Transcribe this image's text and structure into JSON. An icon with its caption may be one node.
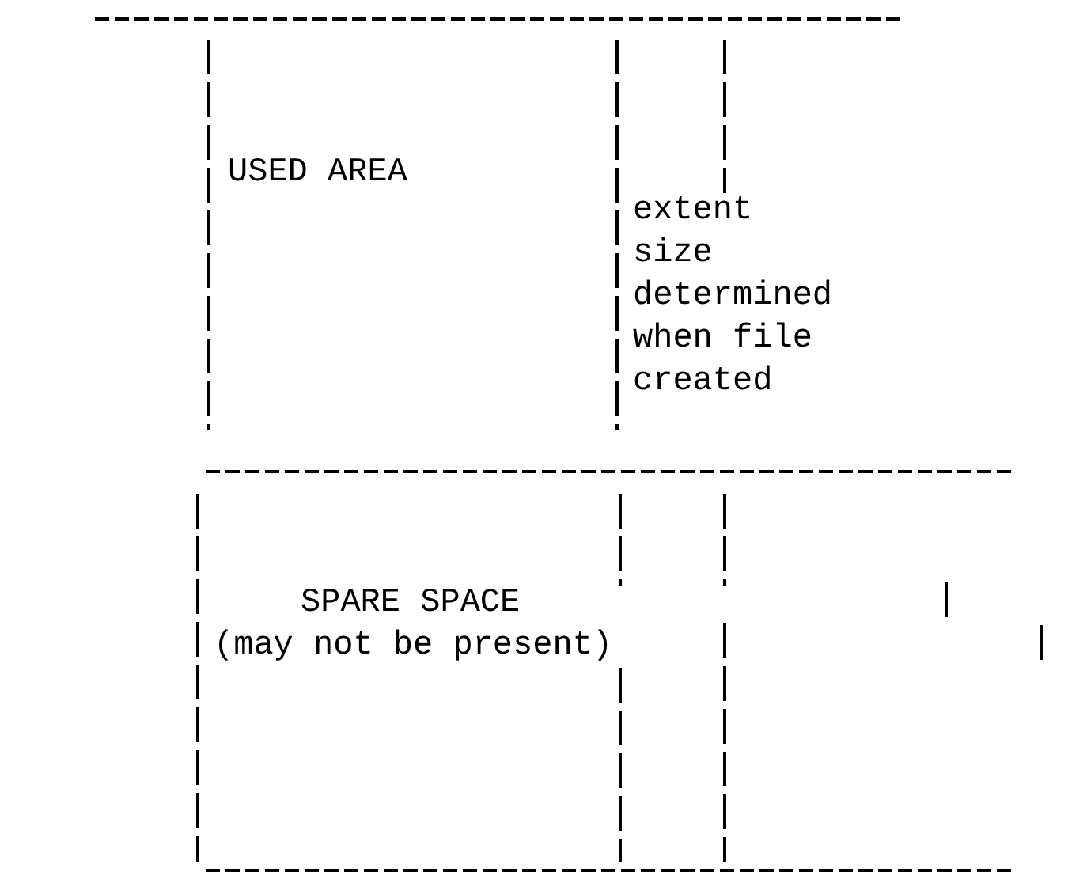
{
  "diagram": {
    "nodes": [
      {
        "text": [
          "USED AREA"
        ]
      },
      {
        "text": [
          "SPARE SPACE",
          "(may not be present)"
        ]
      }
    ],
    "labels": [
      "extent size determined when file created"
    ]
  }
}
